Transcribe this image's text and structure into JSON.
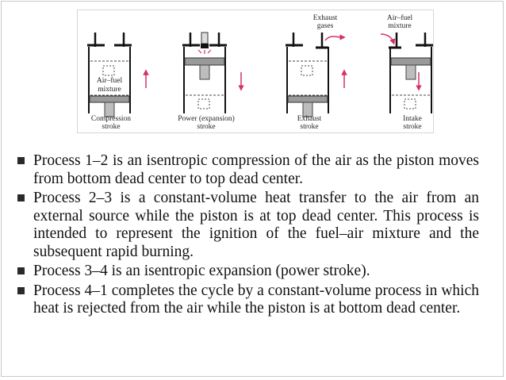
{
  "figure": {
    "label_air_fuel_inside": [
      "Air–fuel",
      "mixture"
    ],
    "label_exhaust_gases": [
      "Exhaust",
      "gases"
    ],
    "label_air_fuel_top": [
      "Air–fuel",
      "mixture"
    ],
    "strokes": [
      {
        "line1": "Compression",
        "line2": "stroke"
      },
      {
        "line1": "Power (expansion)",
        "line2": "stroke"
      },
      {
        "line1": "Exhaust",
        "line2": "stroke"
      },
      {
        "line1": "Intake",
        "line2": "stroke"
      }
    ],
    "arrow_color": "#d62f6b"
  },
  "bullets": [
    "Process 1–2 is an isentropic compression of the air as the piston moves from bottom dead center to top dead center.",
    "Process 2–3 is a constant-volume heat transfer to the air from an external source while the piston is at top dead center. This process is intended to represent the ignition of the fuel–air mixture and the subsequent rapid burning.",
    "Process 3–4 is an isentropic expansion (power stroke).",
    "Process 4–1 completes the cycle by a constant-volume process in which heat is rejected from the air while the piston is at bottom dead center."
  ]
}
